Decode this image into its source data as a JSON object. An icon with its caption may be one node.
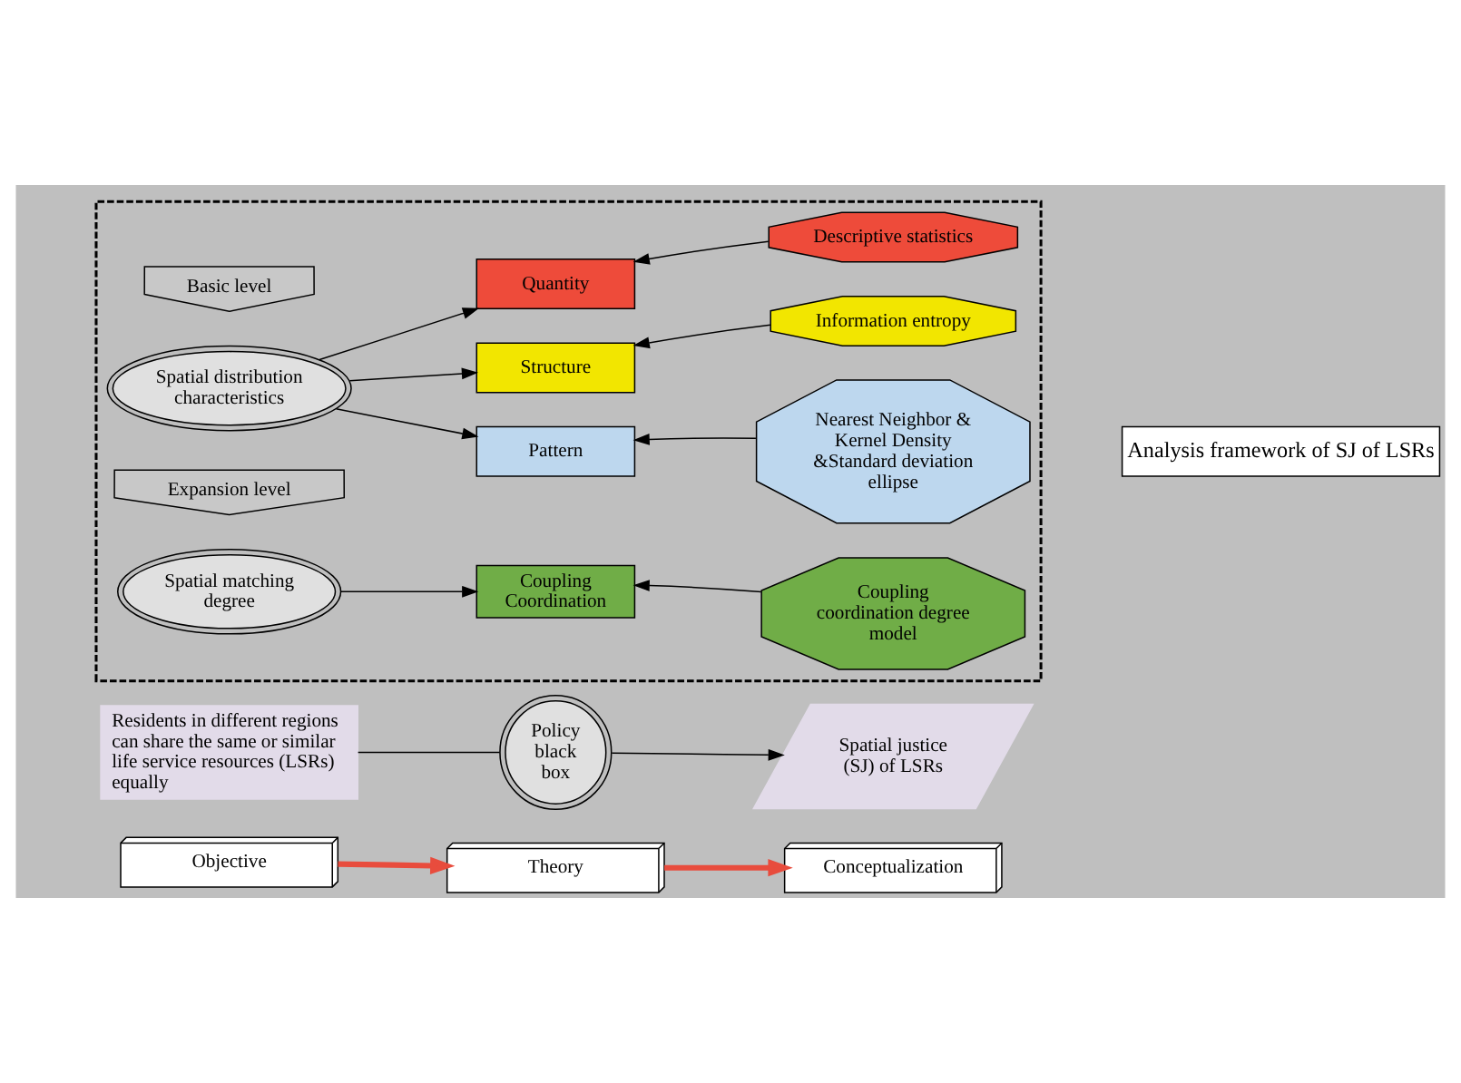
{
  "diagram": {
    "nodes": [
      {
        "text": [
          "Objective"
        ]
      },
      {
        "text": [
          "Theory"
        ]
      },
      {
        "text": [
          "Conceptualization"
        ]
      },
      {
        "text": [
          "Residents in different regions can share the same or similar life service resources (LSRs)  equally"
        ]
      },
      {
        "text": [
          "Policy black box"
        ]
      },
      {
        "text": [
          "Spatial justice (SJ) of LSRs"
        ]
      },
      {
        "text": [],
        "shape": "box"
      },
      {
        "text": [
          "Basic level"
        ],
        "in": 6
      },
      {
        "text": [
          "Spatial distribution characteristics"
        ],
        "in": 6
      },
      {
        "text": [
          "Expansion level"
        ],
        "in": 6
      },
      {
        "text": [
          "Spatial matching degree"
        ],
        "in": 6
      },
      {
        "text": [
          "Quantity"
        ],
        "in": 6
      },
      {
        "text": [
          "Structure"
        ],
        "in": 6
      },
      {
        "text": [
          "Pattern"
        ],
        "in": 6
      },
      {
        "text": [
          "Coupling Coordination"
        ],
        "in": 6
      },
      {
        "text": [
          "Descriptive statistics"
        ],
        "in": 6
      },
      {
        "text": [
          "Information entropy"
        ],
        "in": 6
      },
      {
        "text": [
          "Nearest Neighbor & Kernel Density &Standard deviation ellipse"
        ],
        "in": 6
      },
      {
        "text": [
          "Coupling coordination degree model"
        ],
        "in": 6
      }
    ],
    "edges": [
      {
        "from": 0,
        "to": 1,
        "arrow": "to",
        "style": "thick",
        "color": "#e84c3d"
      },
      {
        "from": 1,
        "to": 2,
        "arrow": "to",
        "style": "thick",
        "color": "#e84c3d"
      },
      {
        "from": 3,
        "to": 4,
        "arrow": "none"
      },
      {
        "from": 4,
        "to": 5,
        "arrow": "to"
      },
      {
        "from": 8,
        "to": 11,
        "arrow": "to"
      },
      {
        "from": 8,
        "to": 12,
        "arrow": "to"
      },
      {
        "from": 8,
        "to": 13,
        "arrow": "to"
      },
      {
        "from": 10,
        "to": 14,
        "arrow": "to"
      },
      {
        "from": 15,
        "to": 11,
        "arrow": "to"
      },
      {
        "from": 16,
        "to": 12,
        "arrow": "to"
      },
      {
        "from": 17,
        "to": 13,
        "arrow": "to"
      },
      {
        "from": 18,
        "to": 14,
        "arrow": "to"
      }
    ],
    "labels": [
      "Analysis framework of SJ of LSRs"
    ]
  }
}
